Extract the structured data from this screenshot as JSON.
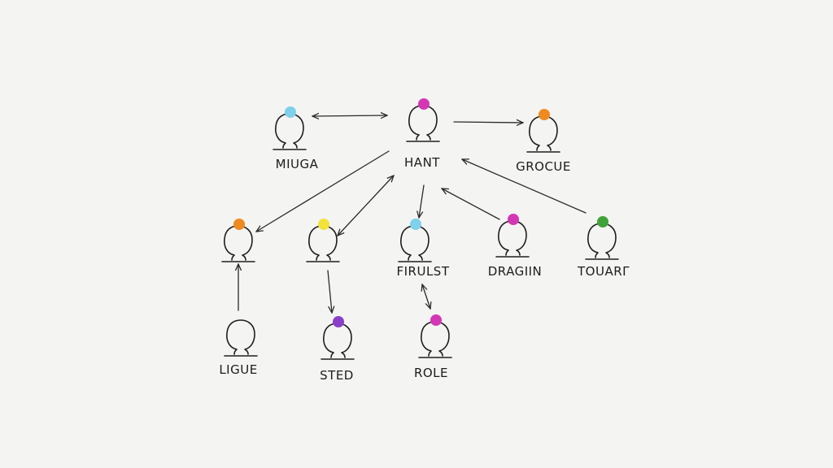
{
  "diagram": {
    "nodes": [
      {
        "id": "miuga",
        "label": "MIUGA",
        "color": "#7fd0ea"
      },
      {
        "id": "hant",
        "label": "HANT",
        "color": "#d437b6"
      },
      {
        "id": "grocue",
        "label": "GROCUE",
        "color": "#ee8a1f"
      },
      {
        "id": "node-orange-left",
        "label": "",
        "color": "#ee8a1f"
      },
      {
        "id": "node-yellow",
        "label": "",
        "color": "#f2e23a"
      },
      {
        "id": "firulst",
        "label": "FIRULST",
        "color": "#7fd0ea"
      },
      {
        "id": "dragiin",
        "label": "DRAGIIN",
        "color": "#d437b6"
      },
      {
        "id": "touart",
        "label": "TOUARΓ",
        "color": "#3fa33a"
      },
      {
        "id": "ligue",
        "label": "LIGUE",
        "color": ""
      },
      {
        "id": "sted",
        "label": "STED",
        "color": "#8a3fc9"
      },
      {
        "id": "role",
        "label": "ROLE",
        "color": "#d437b6"
      }
    ],
    "edges": [
      {
        "from": "miuga",
        "to": "hant",
        "arrow": "both"
      },
      {
        "from": "hant",
        "to": "grocue",
        "arrow": "end"
      },
      {
        "from": "hant",
        "to": "node-orange-left",
        "arrow": "end"
      },
      {
        "from": "node-yellow",
        "to": "hant",
        "arrow": "both"
      },
      {
        "from": "hant",
        "to": "firulst",
        "arrow": "end"
      },
      {
        "from": "dragiin",
        "to": "hant",
        "arrow": "end"
      },
      {
        "from": "touart",
        "to": "hant",
        "arrow": "end"
      },
      {
        "from": "ligue",
        "to": "node-orange-left",
        "arrow": "end"
      },
      {
        "from": "node-yellow",
        "to": "sted",
        "arrow": "end"
      },
      {
        "from": "firulst",
        "to": "role",
        "arrow": "both"
      }
    ]
  }
}
